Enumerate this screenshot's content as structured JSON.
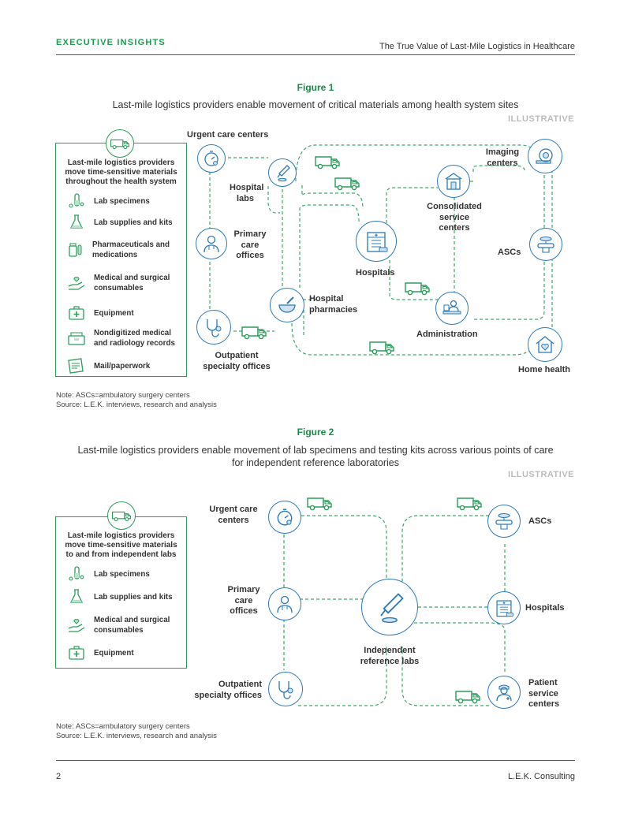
{
  "header": {
    "section": "EXECUTIVE INSIGHTS",
    "doc_title": "The True Value of Last-Mile Logistics in Healthcare"
  },
  "figure1": {
    "label": "Figure 1",
    "title": "Last-mile logistics providers enable movement of critical materials among health system sites",
    "illustrative": "ILLUSTRATIVE",
    "legend_heading": "Last-mile logistics providers move time-sensitive materials throughout the health system",
    "legend_items": [
      {
        "label": "Lab specimens",
        "icon": "test-tube-icon"
      },
      {
        "label": "Lab supplies and kits",
        "icon": "flask-icon"
      },
      {
        "label": "Pharmaceuticals and medications",
        "icon": "pill-bottle-icon"
      },
      {
        "label": "Medical and surgical consumables",
        "icon": "hand-heart-icon"
      },
      {
        "label": "Equipment",
        "icon": "medical-kit-icon"
      },
      {
        "label": "Nondigitized medical and radiology records",
        "icon": "records-icon"
      },
      {
        "label": "Mail/paperwork",
        "icon": "mail-icon"
      }
    ],
    "nodes": {
      "urgent_care": "Urgent care centers",
      "hospital_labs": "Hospital labs",
      "primary_care": "Primary care offices",
      "outpatient": "Outpatient specialty offices",
      "hospital_pharmacies": "Hospital pharmacies",
      "hospitals": "Hospitals",
      "consolidated": "Consolidated service centers",
      "imaging": "Imaging centers",
      "ascs": "ASCs",
      "administration": "Administration",
      "home_health": "Home health"
    },
    "note": "Note: ASCs=ambulatory surgery centers",
    "source": "Source: L.E.K. interviews, research and analysis"
  },
  "figure2": {
    "label": "Figure 2",
    "title": "Last-mile logistics providers enable movement of lab specimens and testing kits across various points of care for independent reference laboratories",
    "illustrative": "ILLUSTRATIVE",
    "legend_heading": "Last-mile logistics providers move time-sensitive materials to and from independent labs",
    "legend_items": [
      {
        "label": "Lab specimens",
        "icon": "test-tube-icon"
      },
      {
        "label": "Lab supplies and kits",
        "icon": "flask-icon"
      },
      {
        "label": "Medical and surgical consumables",
        "icon": "hand-heart-icon"
      },
      {
        "label": "Equipment",
        "icon": "medical-kit-icon"
      }
    ],
    "nodes": {
      "urgent_care": "Urgent care centers",
      "primary_care": "Primary care offices",
      "outpatient": "Outpatient specialty offices",
      "ref_labs": "Independent reference labs",
      "ascs": "ASCs",
      "hospitals": "Hospitals",
      "psc": "Patient service centers"
    },
    "note": "Note: ASCs=ambulatory surgery centers",
    "source": "Source: L.E.K. interviews, research and analysis"
  },
  "footer": {
    "page": "2",
    "company": "L.E.K. Consulting"
  },
  "colors": {
    "accent_green": "#1a9e50",
    "line_green": "#3aaa6a",
    "node_blue": "#2a7ab8"
  }
}
